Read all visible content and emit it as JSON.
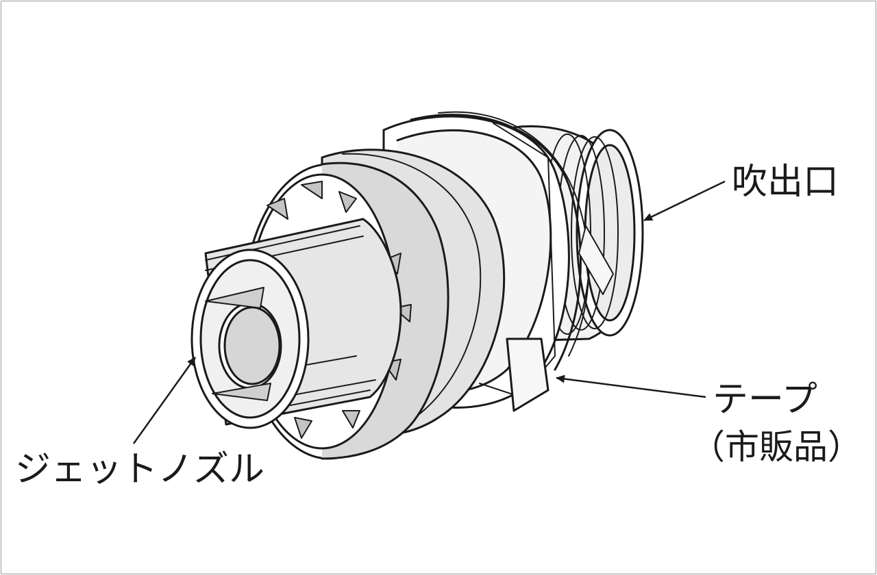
{
  "labels": {
    "outlet": "吹出口",
    "tape": "テープ",
    "tape_note": "（市販品）",
    "jet_nozzle": "ジェットノズル"
  },
  "colors": {
    "line": "#1a1a1a",
    "fill_light": "#f2f2f2",
    "fill_mid": "#d9d9d9",
    "fill_dark": "#c4c4c4",
    "border": "#9a9a9a"
  }
}
